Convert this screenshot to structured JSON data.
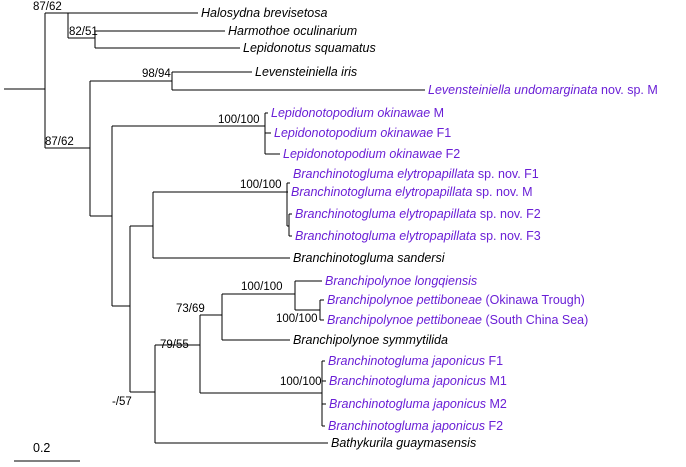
{
  "colors": {
    "default": "#000000",
    "new_taxon": "#6a1fd6"
  },
  "taxa": [
    {
      "id": "halosydna",
      "parts": [
        {
          "t": "Halosydna brevisetosa",
          "i": true
        }
      ],
      "c": "default"
    },
    {
      "id": "harmothoe",
      "parts": [
        {
          "t": "Harmothoe oculinarium",
          "i": true
        }
      ],
      "c": "default"
    },
    {
      "id": "lepidonotus",
      "parts": [
        {
          "t": "Lepidonotus squamatus",
          "i": true
        }
      ],
      "c": "default"
    },
    {
      "id": "lev-iris",
      "parts": [
        {
          "t": "Levensteiniella iris",
          "i": true
        }
      ],
      "c": "default"
    },
    {
      "id": "lev-undo",
      "parts": [
        {
          "t": "Levensteiniella undomarginata",
          "i": true
        },
        {
          "t": " nov. sp. M",
          "i": false
        }
      ],
      "c": "new_taxon"
    },
    {
      "id": "lepok-m",
      "parts": [
        {
          "t": "Lepidonotopodium okinawae",
          "i": true
        },
        {
          "t": " M",
          "i": false
        }
      ],
      "c": "new_taxon"
    },
    {
      "id": "lepok-f1",
      "parts": [
        {
          "t": "Lepidonotopodium okinawae",
          "i": true
        },
        {
          "t": " F1",
          "i": false
        }
      ],
      "c": "new_taxon"
    },
    {
      "id": "lepok-f2",
      "parts": [
        {
          "t": "Lepidonotopodium okinawae",
          "i": true
        },
        {
          "t": " F2",
          "i": false
        }
      ],
      "c": "new_taxon"
    },
    {
      "id": "bely-f1",
      "parts": [
        {
          "t": "Branchinotogluma elytropapillata",
          "i": true
        },
        {
          "t": " sp. nov. F1",
          "i": false
        }
      ],
      "c": "new_taxon"
    },
    {
      "id": "bely-m",
      "parts": [
        {
          "t": "Branchinotogluma elytropapillata",
          "i": true
        },
        {
          "t": " sp. nov. M",
          "i": false
        }
      ],
      "c": "new_taxon"
    },
    {
      "id": "bely-f2",
      "parts": [
        {
          "t": "Branchinotogluma elytropapillata",
          "i": true
        },
        {
          "t": " sp. nov. F2",
          "i": false
        }
      ],
      "c": "new_taxon"
    },
    {
      "id": "bely-f3",
      "parts": [
        {
          "t": "Branchinotogluma elytropapillata",
          "i": true
        },
        {
          "t": " sp. nov. F3",
          "i": false
        }
      ],
      "c": "new_taxon"
    },
    {
      "id": "bsand",
      "parts": [
        {
          "t": "Branchinotogluma sandersi",
          "i": true
        }
      ],
      "c": "default"
    },
    {
      "id": "blong",
      "parts": [
        {
          "t": "Branchipolynoe longqiensis",
          "i": true
        }
      ],
      "c": "new_taxon"
    },
    {
      "id": "bpett-ok",
      "parts": [
        {
          "t": "Branchipolynoe pettiboneae",
          "i": true
        },
        {
          "t": " (Okinawa Trough)",
          "i": false
        }
      ],
      "c": "new_taxon"
    },
    {
      "id": "bpett-scs",
      "parts": [
        {
          "t": "Branchipolynoe pettiboneae",
          "i": true
        },
        {
          "t": " (South China Sea)",
          "i": false
        }
      ],
      "c": "new_taxon"
    },
    {
      "id": "bsymm",
      "parts": [
        {
          "t": "Branchipolynoe symmytilida",
          "i": true
        }
      ],
      "c": "default"
    },
    {
      "id": "bjap-f1",
      "parts": [
        {
          "t": "Branchinotogluma japonicus",
          "i": true
        },
        {
          "t": " F1",
          "i": false
        }
      ],
      "c": "new_taxon"
    },
    {
      "id": "bjap-m1",
      "parts": [
        {
          "t": "Branchinotogluma japonicus",
          "i": true
        },
        {
          "t": " M1",
          "i": false
        }
      ],
      "c": "new_taxon"
    },
    {
      "id": "bjap-m2",
      "parts": [
        {
          "t": "Branchinotogluma japonicus",
          "i": true
        },
        {
          "t": " M2",
          "i": false
        }
      ],
      "c": "new_taxon"
    },
    {
      "id": "bjap-f2",
      "parts": [
        {
          "t": "Branchinotogluma japonicus",
          "i": true
        },
        {
          "t": " F2",
          "i": false
        }
      ],
      "c": "new_taxon"
    },
    {
      "id": "bathy",
      "parts": [
        {
          "t": "Bathykurila guaymasensis",
          "i": true
        }
      ],
      "c": "default"
    }
  ],
  "support": [
    {
      "id": "halo-harm",
      "text": "87/62"
    },
    {
      "id": "harm-lepi",
      "text": "82/51"
    },
    {
      "id": "lev",
      "text": "98/94"
    },
    {
      "id": "ingroup",
      "text": "87/62"
    },
    {
      "id": "lepok",
      "text": "100/100"
    },
    {
      "id": "bely",
      "text": "100/100"
    },
    {
      "id": "bpoly",
      "text": "100/100"
    },
    {
      "id": "bpett",
      "text": "100/100"
    },
    {
      "id": "bpoly-symm",
      "text": "73/69"
    },
    {
      "id": "bpoly-jap",
      "text": "79/55"
    },
    {
      "id": "bjap",
      "text": "100/100"
    },
    {
      "id": "bathy-node",
      "text": "-/57"
    }
  ],
  "scale_bar": {
    "label": "0.2"
  }
}
